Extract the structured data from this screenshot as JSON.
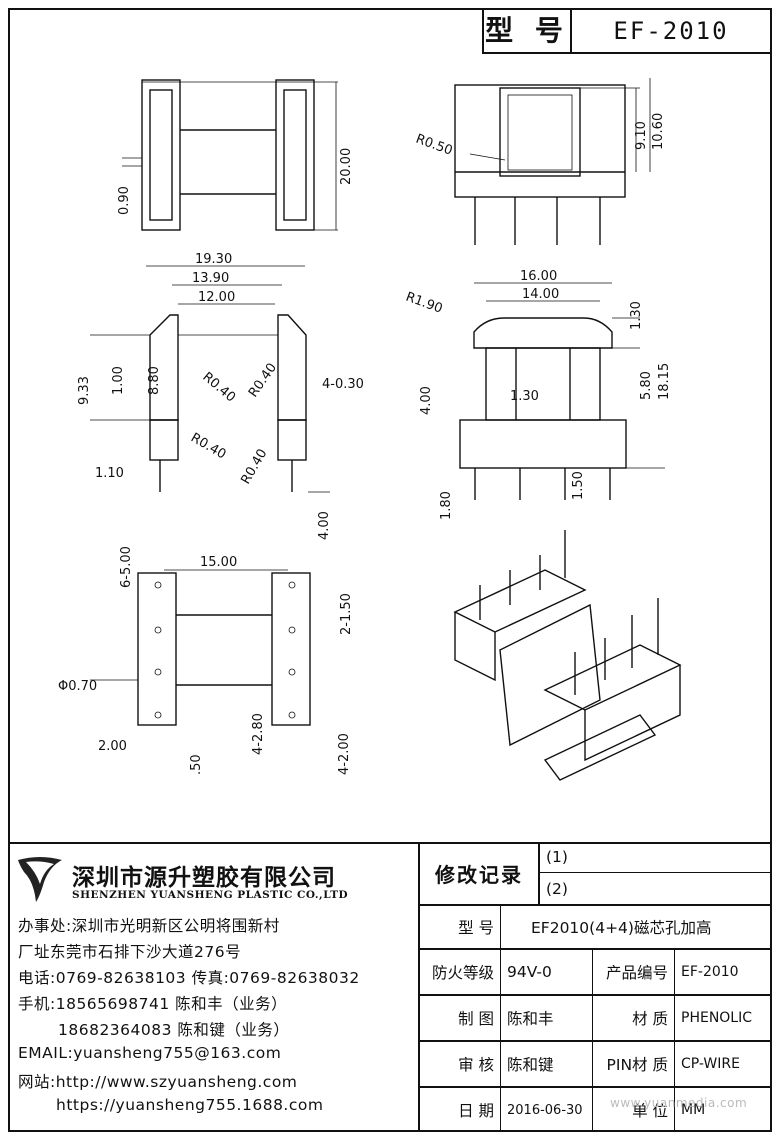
{
  "header": {
    "label": "型 号",
    "model": "EF-2010"
  },
  "dimensions": {
    "top_left": [
      "0.90",
      "20.00"
    ],
    "top_right": [
      "R0.50",
      "9.10",
      "10.60"
    ],
    "mid_left": [
      "19.30",
      "13.90",
      "12.00",
      "9.33",
      "1.00",
      "8.80",
      "R0.40",
      "R0.40",
      "4-0.30",
      "R0.40",
      "R0.40",
      "1.10",
      "4.00"
    ],
    "mid_right": [
      "16.00",
      "14.00",
      "R1.90",
      "1.30",
      "5.80",
      "18.15",
      "4.00",
      "1.30",
      "1.80",
      "1.50"
    ],
    "bottom_left": [
      "15.00",
      "6-5.00",
      "2-1.50",
      "Φ0.70",
      "4-2.80",
      "4-2.00",
      "2.00",
      ".50"
    ]
  },
  "company": {
    "name_cn": "深圳市源升塑胶有限公司",
    "name_en": "SHENZHEN YUANSHENG PLASTIC CO.,LTD",
    "office": "办事处:深圳市光明新区公明将围新村",
    "factory": "厂址东莞市石排下沙大道276号",
    "phone": "电话:0769-82638103 传真:0769-82638032",
    "mobile1": "手机:18565698741 陈和丰（业务）",
    "mobile2": "18682364083 陈和键（业务）",
    "email": "EMAIL:yuansheng755@163.com",
    "website": "网站:http://www.szyuansheng.com",
    "website2": "https://yuansheng755.1688.com"
  },
  "title_block": {
    "revision_label": "修改记录",
    "rev1": "(1)",
    "rev2": "(2)",
    "model_label": "型 号",
    "model_value": "EF2010(4+4)磁芯孔加高",
    "fire_label": "防火等级",
    "fire_value": "94V-0",
    "code_label": "产品编号",
    "code_value": "EF-2010",
    "drawn_label": "制 图",
    "drawn_value": "陈和丰",
    "material_label": "材 质",
    "material_value": "PHENOLIC",
    "check_label": "审 核",
    "check_value": "陈和键",
    "pin_label": "PIN材 质",
    "pin_value": "CP-WIRE",
    "date_label": "日 期",
    "date_value": "2016-06-30",
    "unit_label": "单 位",
    "unit_value": "MM"
  },
  "watermark": "www.yuanmedia.com"
}
